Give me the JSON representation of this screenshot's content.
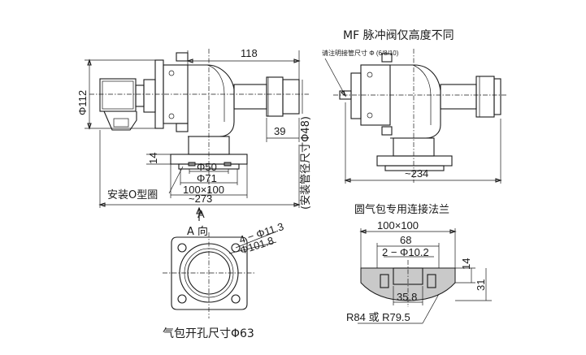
{
  "labels": {
    "dim_118": "118",
    "dim_phi112": "Φ112",
    "dim_14_left": "14",
    "dim_phi50": "Φ50",
    "dim_phi71": "Φ71",
    "dim_100x100_left": "100×100",
    "dim_273": "~273",
    "dim_39": "39",
    "dim_phi48_vertical": "(安装管径尺寸Φ48)",
    "label_oring": "安装O型圈",
    "label_A_arrow": "A",
    "title_mf": "MF 脉冲阀仅高度不同",
    "note_pipe": "请注明接管尺寸 Φ (6/8/10)",
    "dim_234": "~234",
    "title_a_view": "A 向",
    "dim_4_phi11_3": "4 − Φ11.3",
    "dim_phi101_8": "Φ101.8",
    "caption_hole": "气包开孔尺寸Φ63",
    "title_flange": "圆气包专用连接法兰",
    "dim_100x100_right": "100×100",
    "dim_68": "68",
    "dim_2_phi10_2": "2 − Φ10.2",
    "dim_14_right": "14",
    "dim_31": "31",
    "dim_35_8": "35.8",
    "dim_r84": "R84 或 R79.5"
  }
}
